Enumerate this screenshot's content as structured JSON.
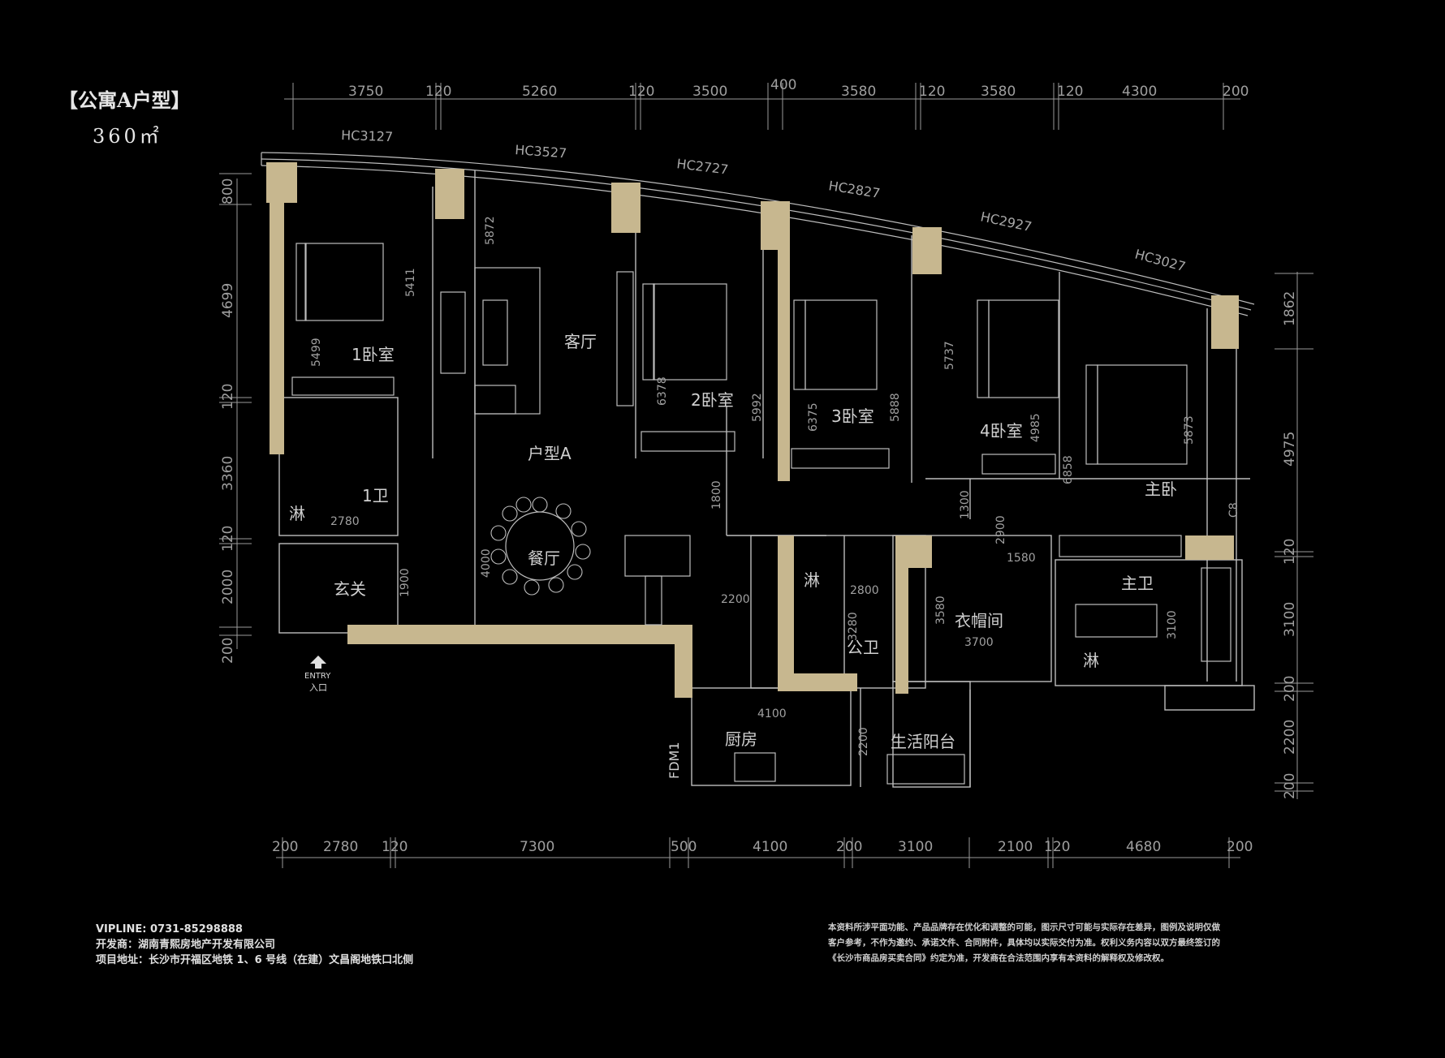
{
  "header": {
    "title": "【公寓A户型】",
    "area": "360㎡"
  },
  "dims": {
    "top": [
      "3750",
      "120",
      "5260",
      "120",
      "3500",
      "400",
      "3580",
      "120",
      "3580",
      "120",
      "4300",
      "200"
    ],
    "bottom": [
      "200",
      "2780",
      "120",
      "7300",
      "500",
      "4100",
      "200",
      "3100",
      "2100",
      "120",
      "4680",
      "200"
    ],
    "left": [
      "800",
      "4699",
      "120",
      "3360",
      "120",
      "2000",
      "200"
    ],
    "right": [
      "1862",
      "4975",
      "120",
      "3100",
      "200",
      "2200",
      "200"
    ]
  },
  "windows": [
    "HC3127",
    "HC3527",
    "HC2727",
    "HC2827",
    "HC2927",
    "HC3027"
  ],
  "rooms": {
    "bed1": "1卧室",
    "bath1": "1卫",
    "shower": "淋",
    "foyer": "玄关",
    "living": "客厅",
    "unit": "户型A",
    "dining": "餐厅",
    "bed2": "2卧室",
    "bed3": "3卧室",
    "bed4": "4卧室",
    "master": "主卧",
    "masterbath": "主卫",
    "closet": "衣帽间",
    "publicbath": "公卫",
    "kitchen": "厨房",
    "balcony": "生活阳台",
    "door": "FDM1"
  },
  "inner_dims": {
    "d5872": "5872",
    "d5411": "5411",
    "d5499": "5499",
    "d6378": "6378",
    "d5992": "5992",
    "d6375": "6375",
    "d5888": "5888",
    "d5737": "5737",
    "d4985": "4985",
    "d6858": "6858",
    "d5873": "5873",
    "d2780": "2780",
    "d1800": "1800",
    "d4000": "4000",
    "d1900": "1900",
    "d2200a": "2200",
    "d1300": "1300",
    "d2900": "2900",
    "d1580": "1580",
    "d2800": "2800",
    "d3280": "3280",
    "d3580": "3580",
    "d3700": "3700",
    "d3100": "3100",
    "d4100": "4100",
    "d2200b": "2200",
    "d08": "C8"
  },
  "entry": {
    "en": "ENTRY",
    "zh": "入口"
  },
  "footer": {
    "vipline": "VIPLINE: 0731-85298888",
    "developer": "开发商：湖南青熙房地产开发有限公司",
    "address": "项目地址：长沙市开福区地铁 1、6 号线（在建）文昌阁地铁口北侧",
    "disclaimer": [
      "本资料所涉平面功能、产品品牌存在优化和调整的可能，图示尺寸可能与实际存在差异，图例及说明仅做",
      "客户参考，不作为邀约、承诺文件、合同附件，具体均以实际交付为准。权利义务内容以双方最终签订的",
      "《长沙市商品房买卖合同》约定为准，开发商在合法范围内享有本资料的解释权及修改权。"
    ]
  },
  "colors": {
    "wall": "#c7b78f",
    "line": "#bdbdbd",
    "bg": "#000000"
  }
}
